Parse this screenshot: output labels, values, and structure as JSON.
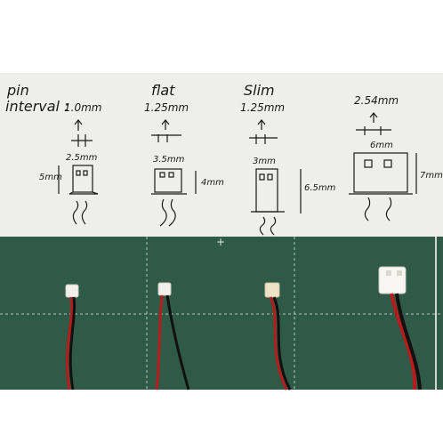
{
  "labels": {
    "pin_interval_line1": "pin",
    "pin_interval_line2": "interval :",
    "col1_pitch": "1.0mm",
    "col2_title": "flat",
    "col2_pitch": "1.25mm",
    "col3_title": "Slim",
    "col3_pitch": "1.25mm",
    "col4_pitch": "2.54mm",
    "col1_width": "2.5mm",
    "col1_height": "5mm",
    "col2_width": "3.5mm",
    "col2_height": "4mm",
    "col3_width": "3mm",
    "col3_height": "6.5mm",
    "col4_width": "6mm",
    "col4_height": "7mm"
  },
  "colors": {
    "paper": "#eeeeec",
    "mat": "#2f5a47",
    "wire_red": "#b71c1c",
    "wire_black": "#111111",
    "connector_white": "#f2f0ea"
  }
}
